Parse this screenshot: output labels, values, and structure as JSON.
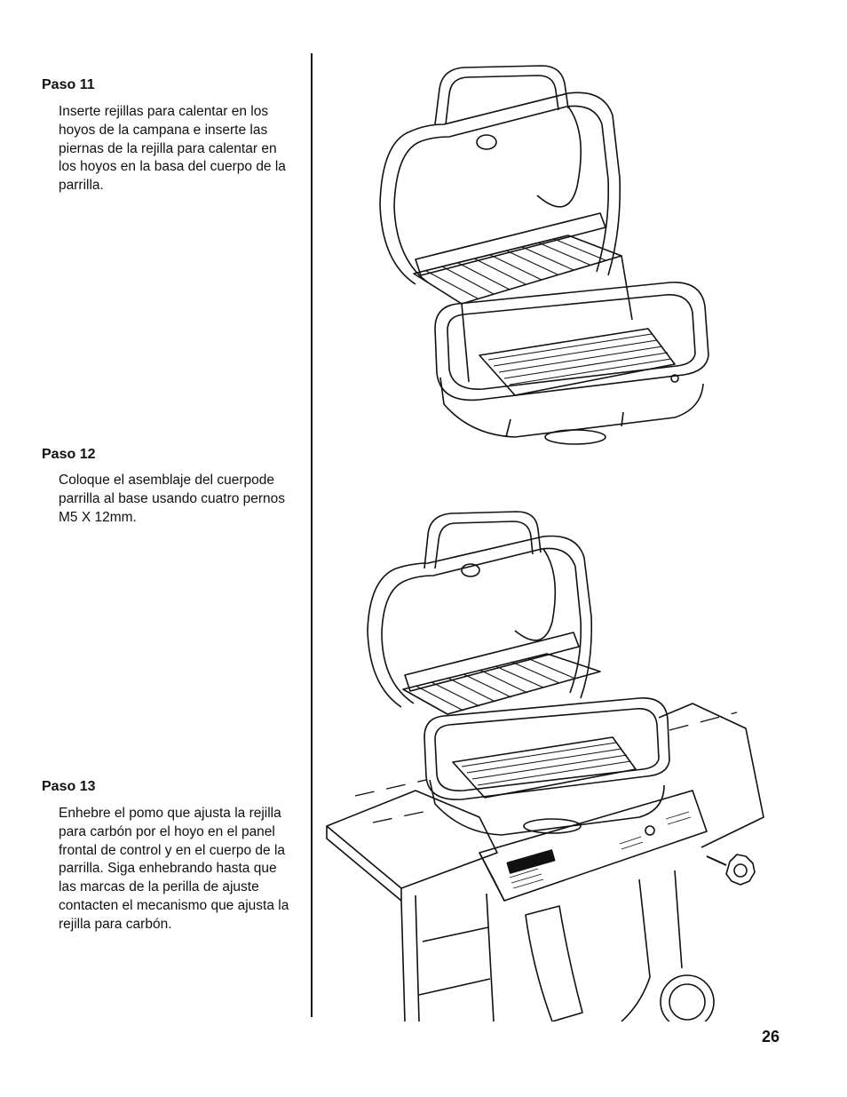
{
  "steps": [
    {
      "title": "Paso 11",
      "text": "Inserte rejillas para calentar en los hoyos de la campana e inserte las piernas de la rejilla para calentar en los hoyos en la basa del cuerpo de la parrilla."
    },
    {
      "title": "Paso 12",
      "text": "Coloque el asemblaje del cuerpode parrilla al base usando cuatro pernos M5 X 12mm."
    },
    {
      "title": "Paso 13",
      "text": "Enhebre el pomo que ajusta la rejilla para carbón por el hoyo en el panel frontal de control y en el cuerpo de la parrilla. Siga enhebrando hasta que las marcas de la perilla de ajuste contacten el mecanismo que ajusta la rejilla para carbón."
    }
  ],
  "page_number": "26",
  "colors": {
    "ink": "#111111",
    "paper": "#ffffff"
  }
}
